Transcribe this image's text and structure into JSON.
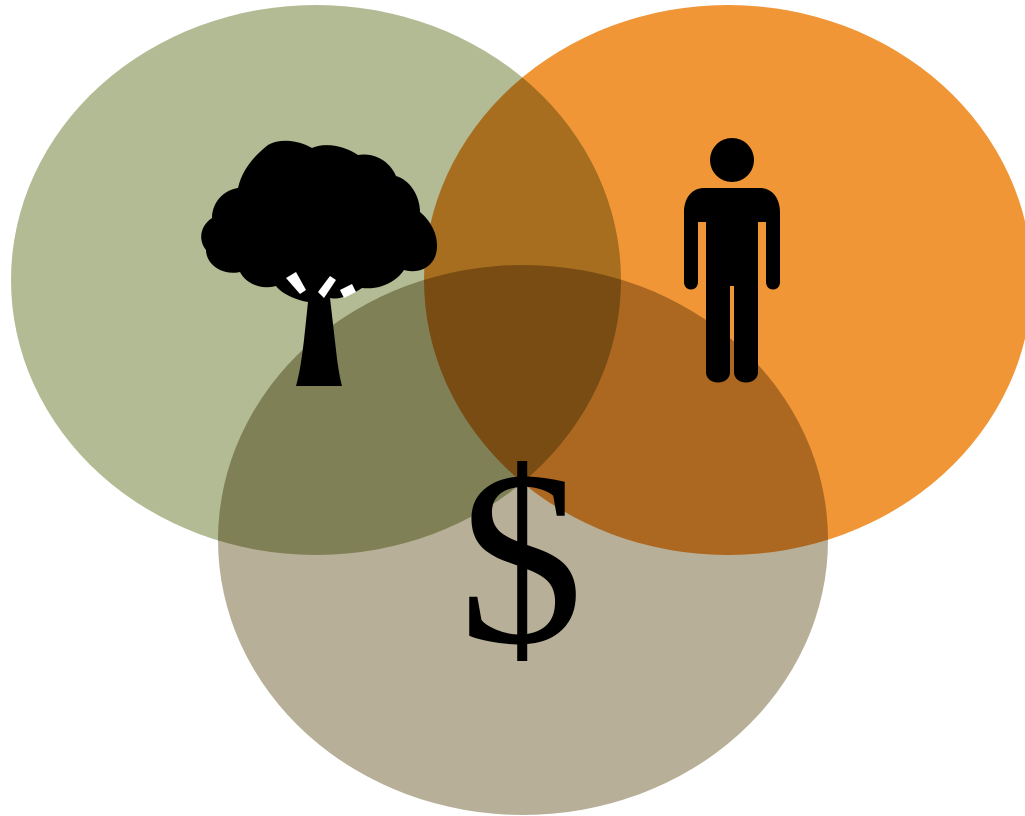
{
  "diagram": {
    "type": "venn",
    "circles": [
      {
        "id": "environment",
        "icon": "tree-icon",
        "color": "#b2bb93"
      },
      {
        "id": "people",
        "icon": "person-icon",
        "color": "#f09637"
      },
      {
        "id": "economy",
        "icon": "dollar-icon",
        "color": "#b7af97"
      }
    ],
    "symbols": {
      "economy": "$"
    },
    "icon_color": "#000000",
    "background": "#ffffff"
  }
}
